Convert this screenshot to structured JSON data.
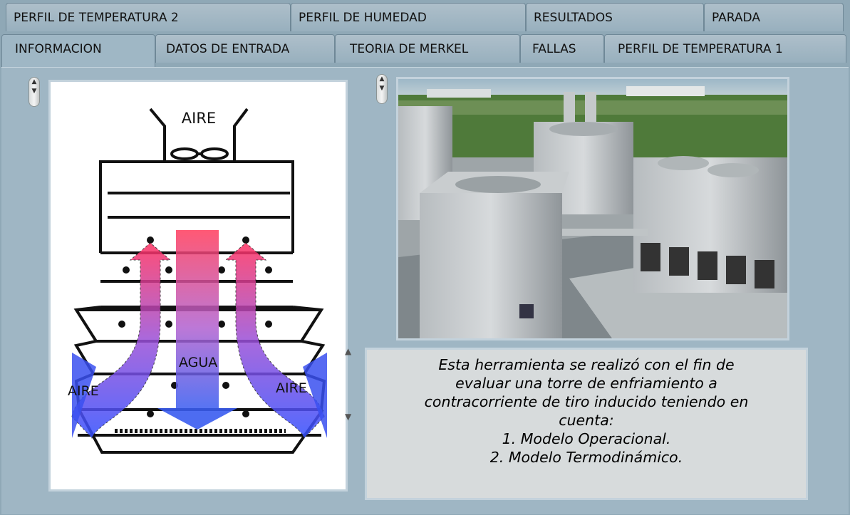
{
  "tabs": {
    "row1": [
      "PERFIL DE TEMPERATURA 2",
      "PERFIL DE HUMEDAD",
      "RESULTADOS",
      "PARADA"
    ],
    "row2": [
      "INFORMACION",
      "DATOS DE ENTRADA",
      "TEORIA DE MERKEL",
      "FALLAS",
      "PERFIL DE TEMPERATURA 1"
    ],
    "active": "INFORMACION"
  },
  "diagram": {
    "label_top": "AIRE",
    "label_left": "AIRE",
    "label_right": "AIRE",
    "label_center": "AGUA"
  },
  "description": {
    "lines": [
      "Esta herramienta se realizó con el fin de",
      "evaluar una torre de enfriamiento a",
      "contracorriente de tiro inducido teniendo en",
      "cuenta:",
      "1. Modelo Operacional.",
      "2. Modelo Termodinámico."
    ]
  },
  "colors": {
    "background": "#8fa8b6",
    "tab": "#a8bcc8",
    "text_panel": "#d7dbdc"
  }
}
